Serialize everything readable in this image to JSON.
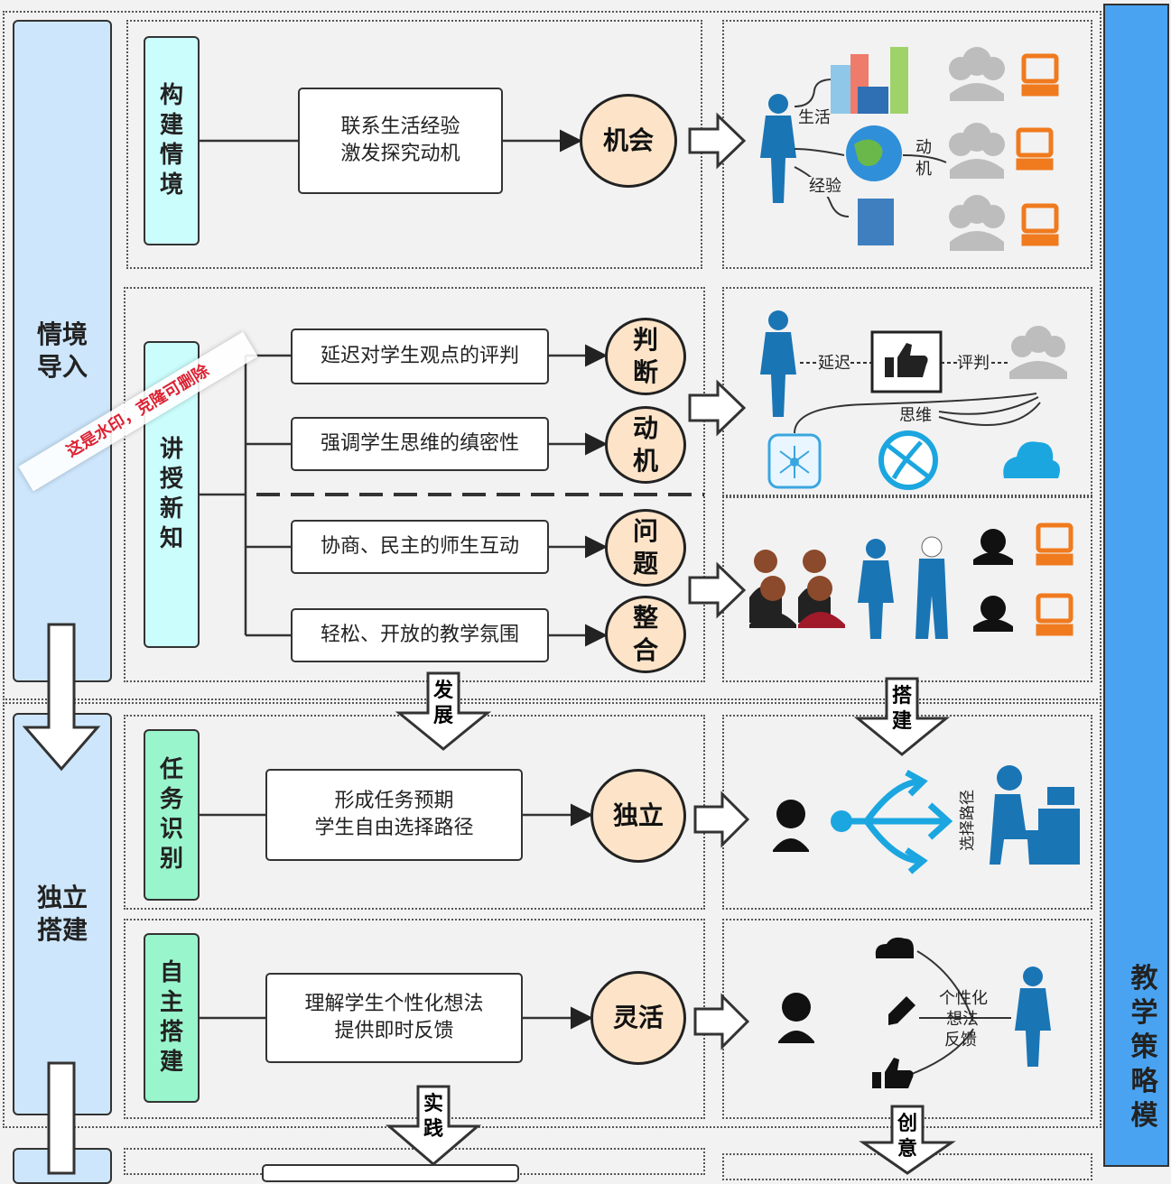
{
  "sidebar": {
    "title": "教学策略模"
  },
  "watermark": "这是水印，克隆可删除",
  "stages": [
    {
      "label": "情境\n导入"
    },
    {
      "label": "独立\n搭建"
    }
  ],
  "phases": [
    {
      "label": "构建情境"
    },
    {
      "label": "讲授新知"
    },
    {
      "label": "任务识别"
    },
    {
      "label": "自主搭建"
    }
  ],
  "steps": {
    "s1": "联系生活经验\n激发探究动机",
    "s2": "延迟对学生观点的评判",
    "s3": "强调学生思维的缜密性",
    "s4": "协商、民主的师生互动",
    "s5": "轻松、开放的教学氛围",
    "s6": "形成任务预期\n学生自由选择路径",
    "s7": "理解学生个性化想法\n提供即时反馈"
  },
  "outcomes": {
    "o1": "机会",
    "o2": "判断",
    "o3": "动机",
    "o4": "问题",
    "o5": "整合",
    "o6": "独立",
    "o7": "灵活"
  },
  "transitions": {
    "t1": "发展",
    "t2": "搭建",
    "t3": "实践",
    "t4": "创意"
  },
  "illustration_labels": {
    "life": "生活",
    "experience": "经验",
    "motive": "动机",
    "delay": "延迟",
    "evaluate": "评判",
    "thinking": "思维",
    "choose_path": "选择路径",
    "personal": "个性化",
    "idea": "想法",
    "feedback": "反馈"
  },
  "colors": {
    "stage_fill": "#cde6fb",
    "phase_cyan": "#ccfdfd",
    "phase_mint": "#99f5cc",
    "outcome_fill": "#fde4c8",
    "sidebar": "#4aa3f0",
    "teacher": "#1a75b5",
    "computer": "#f07a1e",
    "path_arrow": "#1ba6e0"
  },
  "icons": [
    "teacher-icon",
    "students-group-icon",
    "computer-icon",
    "buildings-icon",
    "globe-icon",
    "thumbs-up-icon",
    "network-icon",
    "cloud-icon",
    "smile-face-icon",
    "desk-worker-icon",
    "pencil-icon",
    "path-arrow-icon"
  ]
}
